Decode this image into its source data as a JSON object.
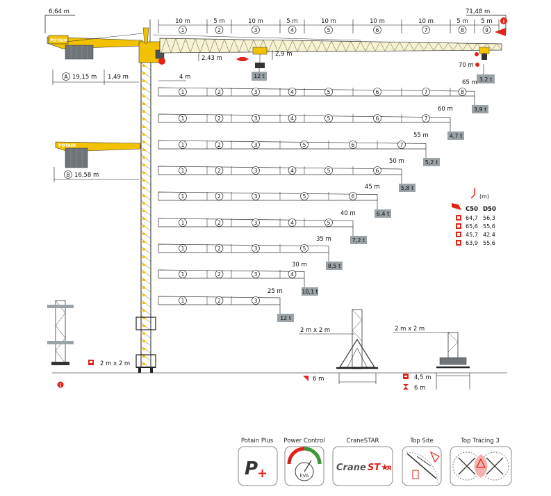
{
  "top_dims": {
    "counterjib_total": "6,64 m",
    "jib_tip_total": "71,48 m",
    "tip_offset": "2,43 m",
    "trolley_height": "2,9 m",
    "hook_offset": "4 m",
    "tip_radius": "70 m",
    "ballast_a": "19,15 m",
    "ballast_a_letter": "A",
    "ballast_gap": "1,49 m",
    "ballast_b": "16,58 m",
    "ballast_b_letter": "B"
  },
  "jib_sections": [
    {
      "len": "10 m",
      "num": "1"
    },
    {
      "len": "5 m",
      "num": "2"
    },
    {
      "len": "10 m",
      "num": "3"
    },
    {
      "len": "5 m",
      "num": "4"
    },
    {
      "len": "10 m",
      "num": "5"
    },
    {
      "len": "10 m",
      "num": "6"
    },
    {
      "len": "10 m",
      "num": "7"
    },
    {
      "len": "5 m",
      "num": "8"
    },
    {
      "len": "5 m",
      "num": "9"
    }
  ],
  "max_load": "12 t",
  "tip_load": "3,2 t",
  "configs": [
    {
      "radius": "65 m",
      "load": "3,9 t",
      "sections": [
        "1",
        "2",
        "3",
        "4",
        "5",
        "6",
        "7",
        "8"
      ]
    },
    {
      "radius": "60 m",
      "load": "4,7 t",
      "sections": [
        "1",
        "2",
        "3",
        "4",
        "5",
        "6",
        "7"
      ]
    },
    {
      "radius": "55 m",
      "load": "5,2 t",
      "sections": [
        "1",
        "2",
        "3",
        "5",
        "6",
        "7"
      ]
    },
    {
      "radius": "50 m",
      "load": "5,8 t",
      "sections": [
        "1",
        "2",
        "3",
        "4",
        "5",
        "6"
      ]
    },
    {
      "radius": "45 m",
      "load": "6,4 t",
      "sections": [
        "1",
        "2",
        "3",
        "5",
        "6"
      ]
    },
    {
      "radius": "40 m",
      "load": "7,2 t",
      "sections": [
        "1",
        "2",
        "3",
        "4",
        "5"
      ]
    },
    {
      "radius": "35 m",
      "load": "8,5 t",
      "sections": [
        "1",
        "2",
        "3",
        "5"
      ]
    },
    {
      "radius": "30 m",
      "load": "10,1 t",
      "sections": [
        "1",
        "2",
        "3",
        "4"
      ]
    },
    {
      "radius": "25 m",
      "load": "12 t",
      "sections": [
        "1",
        "2",
        "3"
      ]
    }
  ],
  "height_table": {
    "unit": "(m)",
    "headers": [
      "C50",
      "D50"
    ],
    "rows": [
      {
        "c50": "64,7",
        "d50": "56,3"
      },
      {
        "c50": "65,6",
        "d50": "55,6"
      },
      {
        "c50": "45,7",
        "d50": "42,4"
      },
      {
        "c50": "63,9",
        "d50": "55,6"
      }
    ]
  },
  "base_dims": {
    "main_mast": "2 m x 2 m",
    "mid_mast": "2 m x 2 m",
    "mid_base": "6 m",
    "right_mast": "2 m x 2 m",
    "right_base_a": "4,5 m",
    "right_base_b": "6 m"
  },
  "logos": [
    {
      "caption": "Potain Plus",
      "icon": "P+"
    },
    {
      "caption": "Power Control",
      "icon": "kVA"
    },
    {
      "caption": "CraneSTAR",
      "icon": "CraneSTAR"
    },
    {
      "caption": "Top Site",
      "icon": "topsite"
    },
    {
      "caption": "Top Tracing 3",
      "icon": "toptracing"
    }
  ],
  "colors": {
    "crane_yellow": "#f2c100",
    "accent_red": "#e2231a",
    "load_box": "#9aa3a8",
    "dark": "#222222"
  }
}
